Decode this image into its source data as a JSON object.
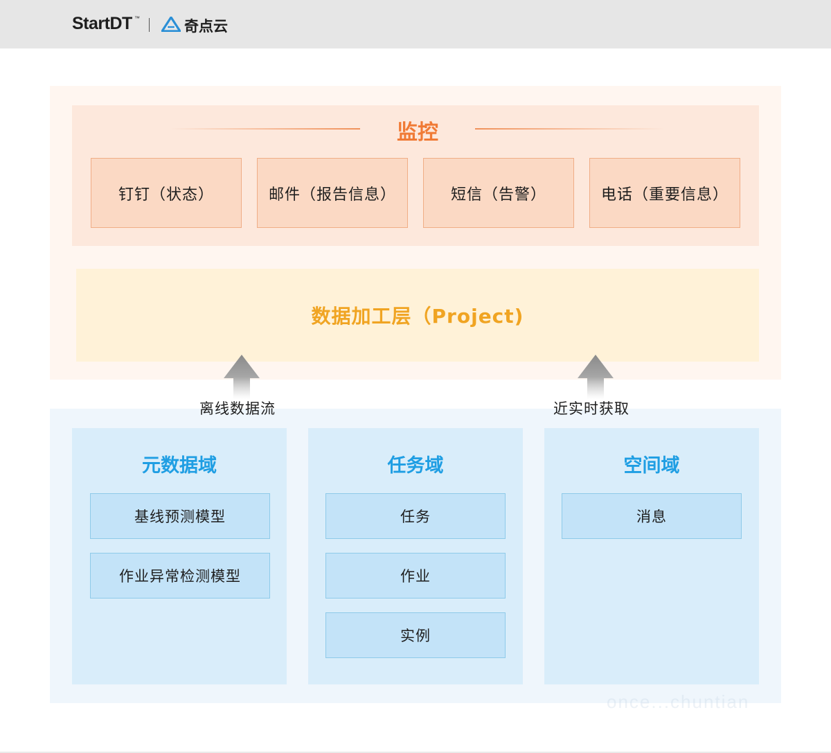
{
  "header": {
    "brand_en": "StartDT",
    "brand_tm": "™",
    "brand_cn": "奇点云",
    "logo_icon": "startdt-logo-icon",
    "background": "#e6e6e6"
  },
  "monitor": {
    "title": "监控",
    "accent": "#f07a35",
    "channels": [
      {
        "label": "钉钉（状态）"
      },
      {
        "label": "邮件（报告信息）"
      },
      {
        "label": "短信（告警）"
      },
      {
        "label": "电话（重要信息）"
      }
    ]
  },
  "processing": {
    "label": "数据加工层（Project)",
    "accent": "#f0a422"
  },
  "flows": [
    {
      "label": "离线数据流",
      "icon": "up-arrow-icon"
    },
    {
      "label": "近实时获取",
      "icon": "up-arrow-icon"
    }
  ],
  "domains": {
    "accent": "#1f9ee3",
    "columns": [
      {
        "title": "元数据域",
        "items": [
          "基线预测模型",
          "作业异常检测模型"
        ]
      },
      {
        "title": "任务域",
        "items": [
          "任务",
          "作业",
          "实例"
        ]
      },
      {
        "title": "空间域",
        "items": [
          "消息"
        ]
      }
    ]
  },
  "watermark": "once...chuntian"
}
